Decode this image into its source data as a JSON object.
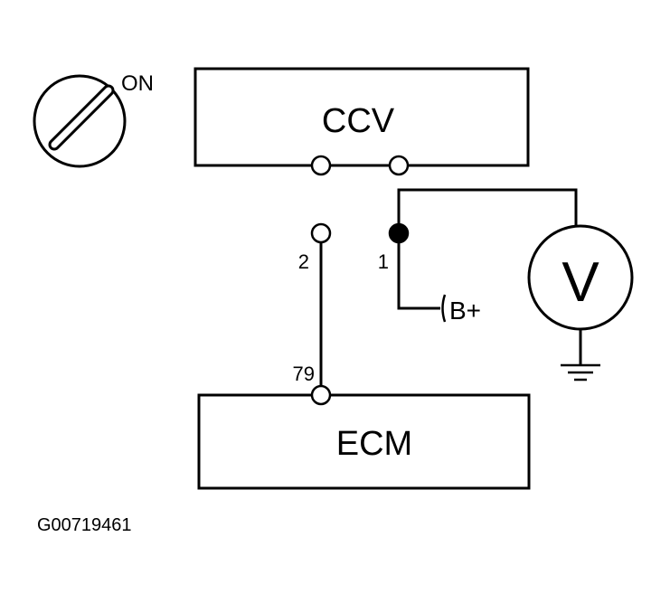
{
  "switch": {
    "state_label": "ON"
  },
  "ccv": {
    "label": "CCV"
  },
  "ecm": {
    "label": "ECM"
  },
  "pins": {
    "ccv_pin_2": "2",
    "ccv_pin_1": "1",
    "ecm_pin_79": "79"
  },
  "supply": {
    "label": "B+"
  },
  "voltmeter": {
    "label": "V"
  },
  "figure": {
    "code": "G00719461"
  }
}
